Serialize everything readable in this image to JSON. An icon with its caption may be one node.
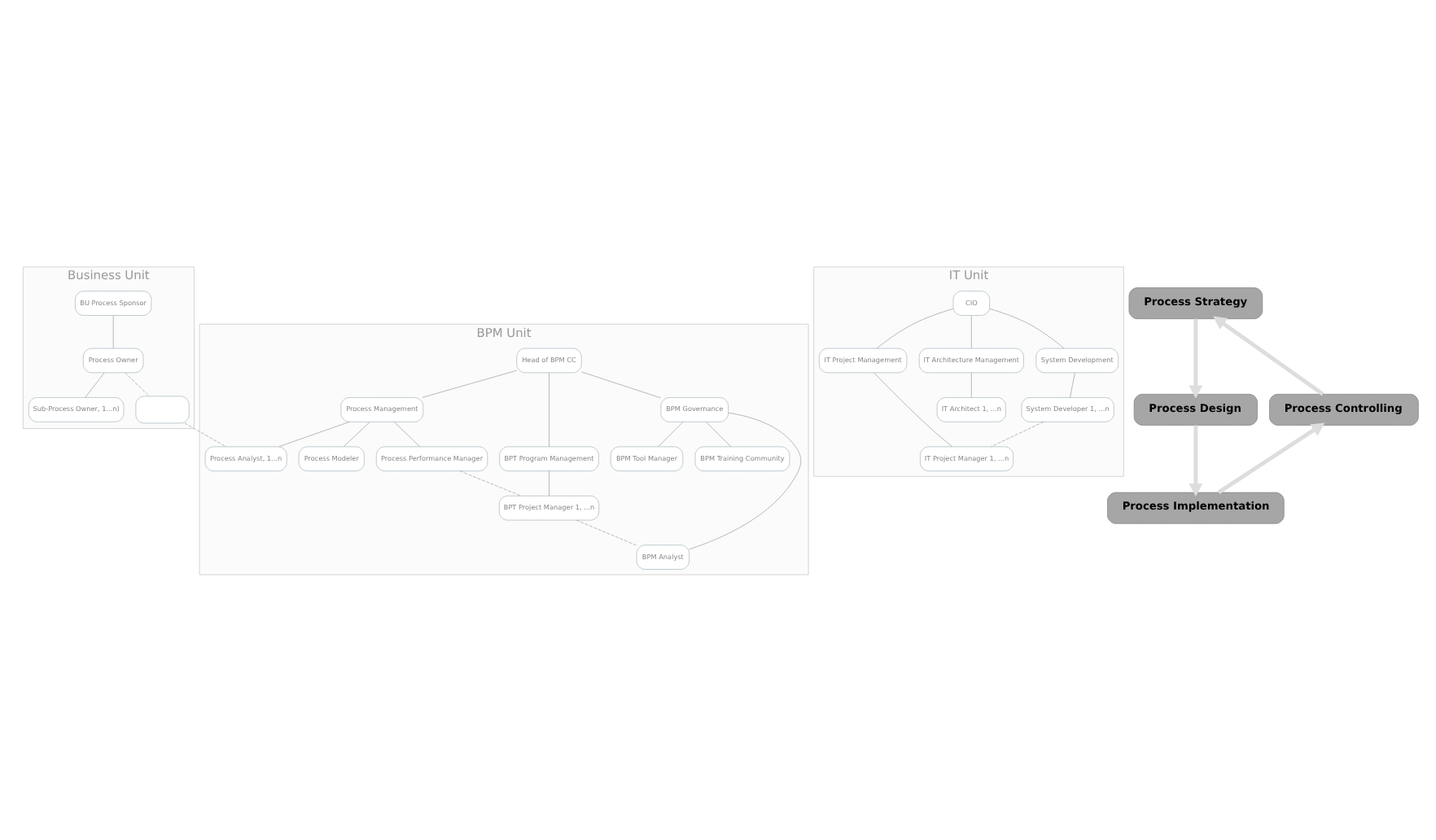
{
  "diagram": {
    "nodes": [
      {
        "text": [
          "Business Unit"
        ]
      },
      {
        "text": [
          "BPM Unit"
        ]
      },
      {
        "text": [
          "IT Unit"
        ]
      },
      {
        "text": [
          "BU Process Sponsor"
        ],
        "in": 0
      },
      {
        "text": [
          "Process Owner"
        ],
        "in": 0
      },
      {
        "text": [
          "Sub-Process Owner, 1...n)"
        ],
        "in": 0
      },
      {
        "text": [],
        "shape": "box",
        "in": 0
      },
      {
        "text": [
          "Head of BPM CC"
        ],
        "in": 1
      },
      {
        "text": [
          "Process Management"
        ],
        "in": 1
      },
      {
        "text": [
          "BPT Program Management"
        ],
        "in": 1
      },
      {
        "text": [
          "BPM Governance"
        ],
        "in": 1
      },
      {
        "text": [
          "Process Performance Manager"
        ],
        "in": 1
      },
      {
        "text": [
          "BPT Project Manager 1, ...n"
        ],
        "in": 1
      },
      {
        "text": [
          "BPM Analyst"
        ],
        "in": 1
      },
      {
        "text": [
          "Process Analyst, 1...n"
        ],
        "in": 1
      },
      {
        "text": [
          "BPM Tool Manager"
        ],
        "in": 1
      },
      {
        "text": [
          "Process Modeler"
        ],
        "in": 1
      },
      {
        "text": [
          "BPM Training Community"
        ],
        "in": 1
      },
      {
        "text": [
          "CIO"
        ],
        "in": 2
      },
      {
        "text": [
          "IT Project Management"
        ],
        "in": 2
      },
      {
        "text": [
          "IT Architecture Management"
        ],
        "in": 2
      },
      {
        "text": [
          "System Development"
        ],
        "in": 2
      },
      {
        "text": [
          "IT Project Manager 1, ...n"
        ],
        "in": 2
      },
      {
        "text": [
          "IT Architect 1, ...n"
        ],
        "in": 2
      },
      {
        "text": [
          "System Developer 1, ...n"
        ],
        "in": 2
      },
      {
        "text": [
          "Process Strategy"
        ]
      },
      {
        "text": [
          "Process Design"
        ]
      },
      {
        "text": [
          "Process Implementation"
        ]
      },
      {
        "text": [
          "Process Controlling"
        ]
      }
    ],
    "edges": [
      {
        "from": 3,
        "to": 4,
        "arrow": "none"
      },
      {
        "from": 4,
        "to": 5,
        "arrow": "none"
      },
      {
        "from": 4,
        "to": 6,
        "arrow": "none",
        "style": "dashed"
      },
      {
        "from": 7,
        "to": 8,
        "arrow": "none"
      },
      {
        "from": 7,
        "to": 9,
        "arrow": "none"
      },
      {
        "from": 7,
        "to": 10,
        "arrow": "none"
      },
      {
        "from": 8,
        "to": 11,
        "arrow": "none"
      },
      {
        "from": 8,
        "to": 14,
        "arrow": "none"
      },
      {
        "from": 8,
        "to": 16,
        "arrow": "none"
      },
      {
        "from": 9,
        "to": 12,
        "arrow": "none"
      },
      {
        "from": 10,
        "to": 13,
        "arrow": "none"
      },
      {
        "from": 10,
        "to": 15,
        "arrow": "none"
      },
      {
        "from": 10,
        "to": 17,
        "arrow": "none"
      },
      {
        "from": 11,
        "to": 12,
        "arrow": "none",
        "style": "dashed"
      },
      {
        "from": 12,
        "to": 13,
        "arrow": "none",
        "style": "dashed"
      },
      {
        "from": 6,
        "to": 14,
        "arrow": "none",
        "style": "dashed"
      },
      {
        "from": 18,
        "to": 19,
        "arrow": "none"
      },
      {
        "from": 18,
        "to": 20,
        "arrow": "none"
      },
      {
        "from": 18,
        "to": 21,
        "arrow": "none"
      },
      {
        "from": 19,
        "to": 22,
        "arrow": "none"
      },
      {
        "from": 20,
        "to": 23,
        "arrow": "none"
      },
      {
        "from": 21,
        "to": 24,
        "arrow": "none"
      },
      {
        "from": 24,
        "to": 22,
        "arrow": "none",
        "style": "dashed"
      },
      {
        "from": 28,
        "to": 25,
        "arrow": "to",
        "style": "thick",
        "color": "#dddddd"
      },
      {
        "from": 25,
        "to": 26,
        "arrow": "to",
        "style": "thick",
        "color": "#dddddd"
      },
      {
        "from": 26,
        "to": 27,
        "arrow": "to",
        "style": "thick",
        "color": "#dddddd"
      },
      {
        "from": 27,
        "to": 28,
        "arrow": "to",
        "style": "thick",
        "color": "#dddddd"
      }
    ]
  }
}
